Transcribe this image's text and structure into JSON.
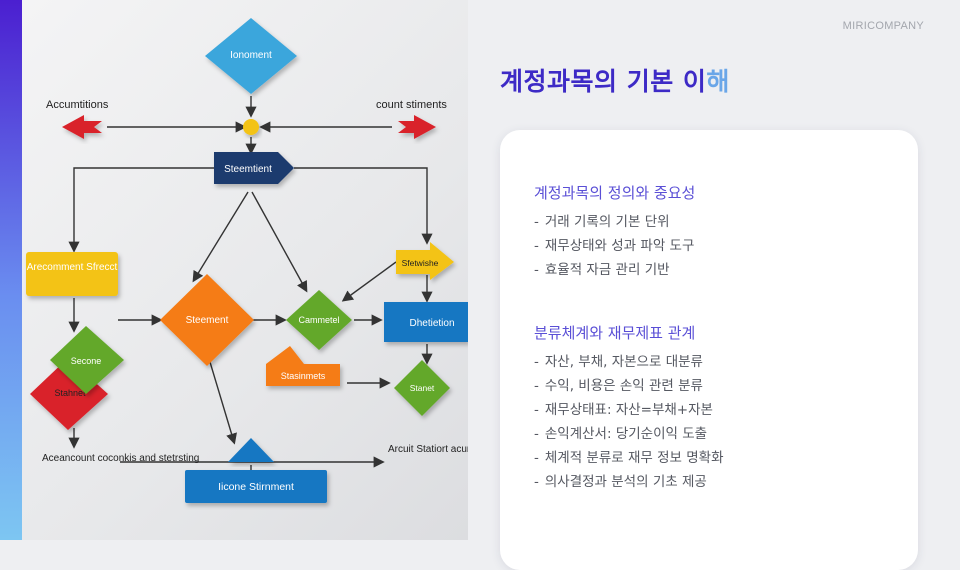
{
  "brand": "MIRICOMPANY",
  "title": {
    "main": "계정과목의 기본 이",
    "end": "해"
  },
  "sections": [
    {
      "title": "계정과목의 정의와 중요성",
      "bullets": [
        "거래 기록의 기본 단위",
        "재무상태와 성과 파악 도구",
        "효율적 자금 관리 기반"
      ]
    },
    {
      "title": "분류체계와 재무제표 관계",
      "bullets": [
        "자산, 부채, 자본으로 대분류",
        "수익, 비용은 손익 관련 분류",
        "재무상태표: 자산=부채+자본",
        "손익계산서: 당기순이익 도출",
        "체계적 분류로 재무 정보 명확화",
        "의사결정과 분석의 기초 제공"
      ]
    }
  ],
  "diagram": {
    "labels": {
      "top": "Ionoment",
      "left_header": "Accumtitions",
      "right_header": "count stiments",
      "statement": "Steemtient",
      "left_box": "Arecomment Sfrecct",
      "right_small": "Sfetwishe",
      "center_diamond": "Steement",
      "green_mid": "Cammetel",
      "blue_right": "Dhetietion",
      "green_left": "Secone",
      "red_left": "Stahnet",
      "orange_small": "Stasinmets",
      "green_right": "Stanet",
      "bottom_left": "Aceancount coconkis and stetrsting",
      "bottom_right": "Arcuit Statiort acumnoteia stisrements",
      "bottom_box": "Iicone Stirnment"
    },
    "colors": {
      "blue": "#1577c2",
      "navy": "#1d3a6e",
      "yellow": "#f3c312",
      "orange": "#f57b12",
      "green": "#63a82c",
      "red": "#d9232a",
      "cyan": "#3aa6dc"
    }
  }
}
